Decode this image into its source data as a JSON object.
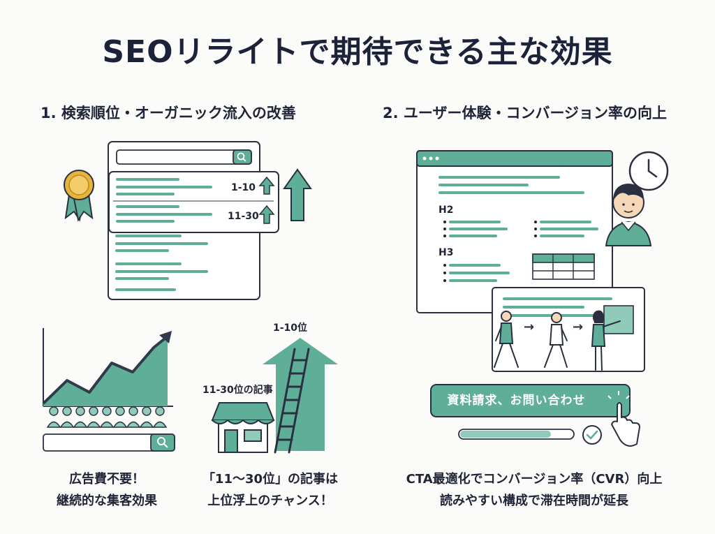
{
  "title": "SEOリライトで期待できる主な効果",
  "sections": [
    {
      "heading": "1. 検索順位・オーガニック流入の改善",
      "rank_labels": [
        "1-10",
        "11-30"
      ],
      "captions": [
        [
          "広告費不要！",
          "継続的な集客効果"
        ],
        [
          "「11～30位」の記事は",
          "上位浮上のチャンス！"
        ]
      ],
      "ladder_top_label": "1-10位",
      "store_label": "11-30位の記事"
    },
    {
      "heading": "2. ユーザー体験・コンバージョン率の向上",
      "doc_headings": [
        "H2",
        "H3"
      ],
      "cta_button": "資料請求、お問い合わせ",
      "captions": [
        "CTA最適化でコンバージョン率（CVR）向上",
        "読みやすい構成で滞在時間が延長"
      ]
    }
  ],
  "colors": {
    "accent": "#5fae98",
    "accent_light": "#8fcbb8",
    "dark": "#1f2436",
    "medal_gold": "#e6b43a",
    "skin": "#f6d7b8"
  }
}
